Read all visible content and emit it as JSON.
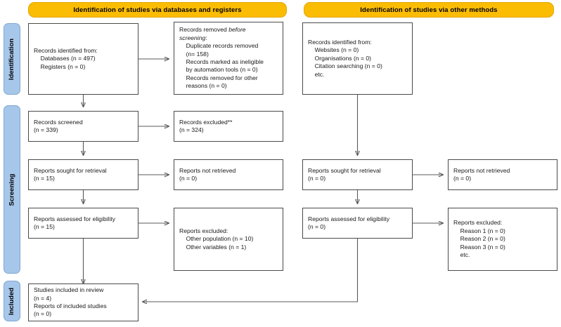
{
  "diagram": {
    "title": "PRISMA 2020 flow diagram",
    "colors": {
      "header_fill": "#FBBC04",
      "phase_fill": "#A7C7EA",
      "box_border": "#4a4a4a",
      "line": "#58595b",
      "text": "#1a1a1a"
    }
  },
  "headers": {
    "left": "Identification of studies via databases and registers",
    "right": "Identification of studies via other methods"
  },
  "phases": [
    {
      "label": "Identification"
    },
    {
      "label": "Screening"
    },
    {
      "label": "Included"
    }
  ],
  "boxes": {
    "records_identified": "Records identified from:\n    Databases (n = 497)\n    Registers (n = 0)",
    "records_removed_line1": "Records removed ",
    "records_removed_em1": "before",
    "records_removed_em2": "screening",
    "records_removed_rest": ":\n    Duplicate records removed\n    (n= 158)\n    Records marked as ineligible\n    by automation tools (n = 0)\n    Records removed for other\n    reasons (n = 0)",
    "records_screened": "Records screened\n(n = 339)",
    "records_excluded": "Records excluded**\n(n = 324)",
    "reports_sought_left": "Reports sought for retrieval\n(n = 15)",
    "reports_not_retrieved_left": "Reports not retrieved\n(n = 0)",
    "reports_assessed_left": "Reports assessed for eligibility\n(n = 15)",
    "reports_excluded_left": "Reports excluded:\n    Other population (n = 10)\n    Other variables (n = 1)",
    "records_identified_other": "Records identified from:\n    Websites (n = 0)\n    Organisations (n = 0)\n    Citation searching (n = 0)\n    etc.",
    "reports_sought_right": "Reports sought for retrieval\n(n = 0)",
    "reports_not_retrieved_right": "Reports not retrieved\n(n = 0)",
    "reports_assessed_right": "Reports assessed for eligibility\n(n = 0)",
    "reports_excluded_right": "Reports excluded:\n    Reason 1 (n = 0)\n    Reason 2 (n = 0)\n    Reason 3 (n = 0)\n    etc.",
    "studies_included": "Studies included in review\n(n = 4)\nReports of included studies\n(n = 0)"
  }
}
